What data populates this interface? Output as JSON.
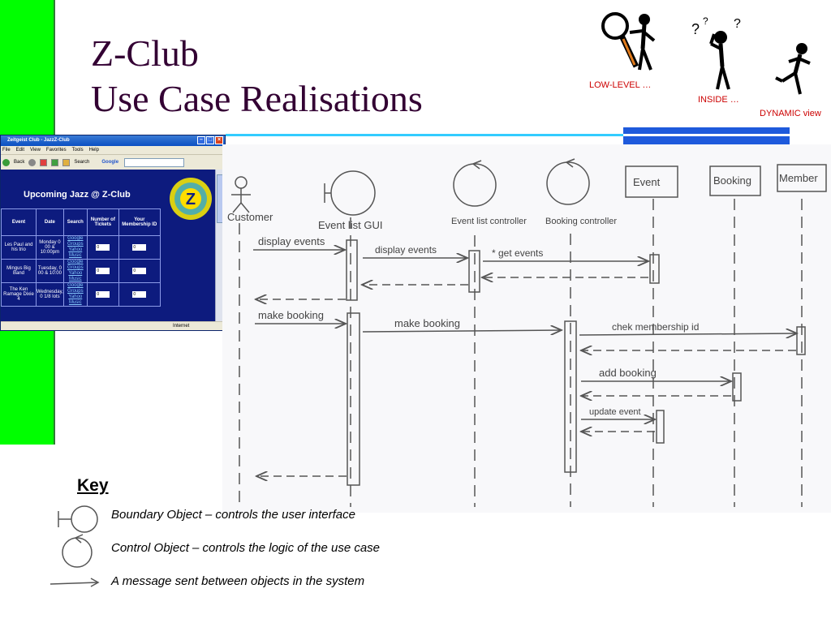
{
  "slide": {
    "title_line1": "Z-Club",
    "title_line2": "Use Case Realisations"
  },
  "labels": {
    "low_level": "LOW-LEVEL …",
    "inside": "INSIDE …",
    "dynamic": "DYNAMIC view"
  },
  "browser": {
    "window_title": "Zeitgeist Club - JazzZ-Club",
    "menu": [
      "File",
      "Edit",
      "View",
      "Favorites",
      "Tools",
      "Help"
    ],
    "back_label": "Back",
    "search_label": "Search",
    "google_label": "Google",
    "heading": "Upcoming Jazz @ Z-Club",
    "logo_letter": "Z",
    "table_headers": [
      "Event",
      "Date",
      "Search",
      "Number of Tickets",
      "Your Membership ID"
    ],
    "rows": [
      {
        "event": "Les Paul and his trio",
        "date": "Monday 0 00 & 10:00pm",
        "links": [
          "Google",
          "Groups",
          "Yahoo",
          "Music"
        ],
        "tickets": "0",
        "member": "0"
      },
      {
        "event": "Mingus Big Band",
        "date": "Tuesday, 0 00 & 10:00",
        "links": [
          "Google",
          "Groups",
          "Yahoo",
          "Music"
        ],
        "tickets": "0",
        "member": "0"
      },
      {
        "event": "The Ken Ramage Dixie 4",
        "date": "Wednesday, 0 1/8 lots",
        "links": [
          "Google",
          "Groups",
          "Yahoo",
          "Music"
        ],
        "tickets": "0",
        "member": "0"
      }
    ],
    "status": "Internet"
  },
  "diagram": {
    "objects": [
      "Customer",
      "Event list GUI",
      "Event list controller",
      "Booking controller",
      "Event",
      "Booking",
      "Member"
    ],
    "messages": [
      "display events",
      "display events",
      "* get events",
      "make booking",
      "make booking",
      "chek membership id",
      "add booking",
      "update event"
    ]
  },
  "key": {
    "title": "Key",
    "items": [
      {
        "icon": "boundary-object-icon",
        "text": "Boundary Object – controls the user interface"
      },
      {
        "icon": "control-object-icon",
        "text": "Control Object – controls the logic of the use case"
      },
      {
        "icon": "message-arrow-icon",
        "text": "A message sent between objects in the system"
      }
    ]
  }
}
